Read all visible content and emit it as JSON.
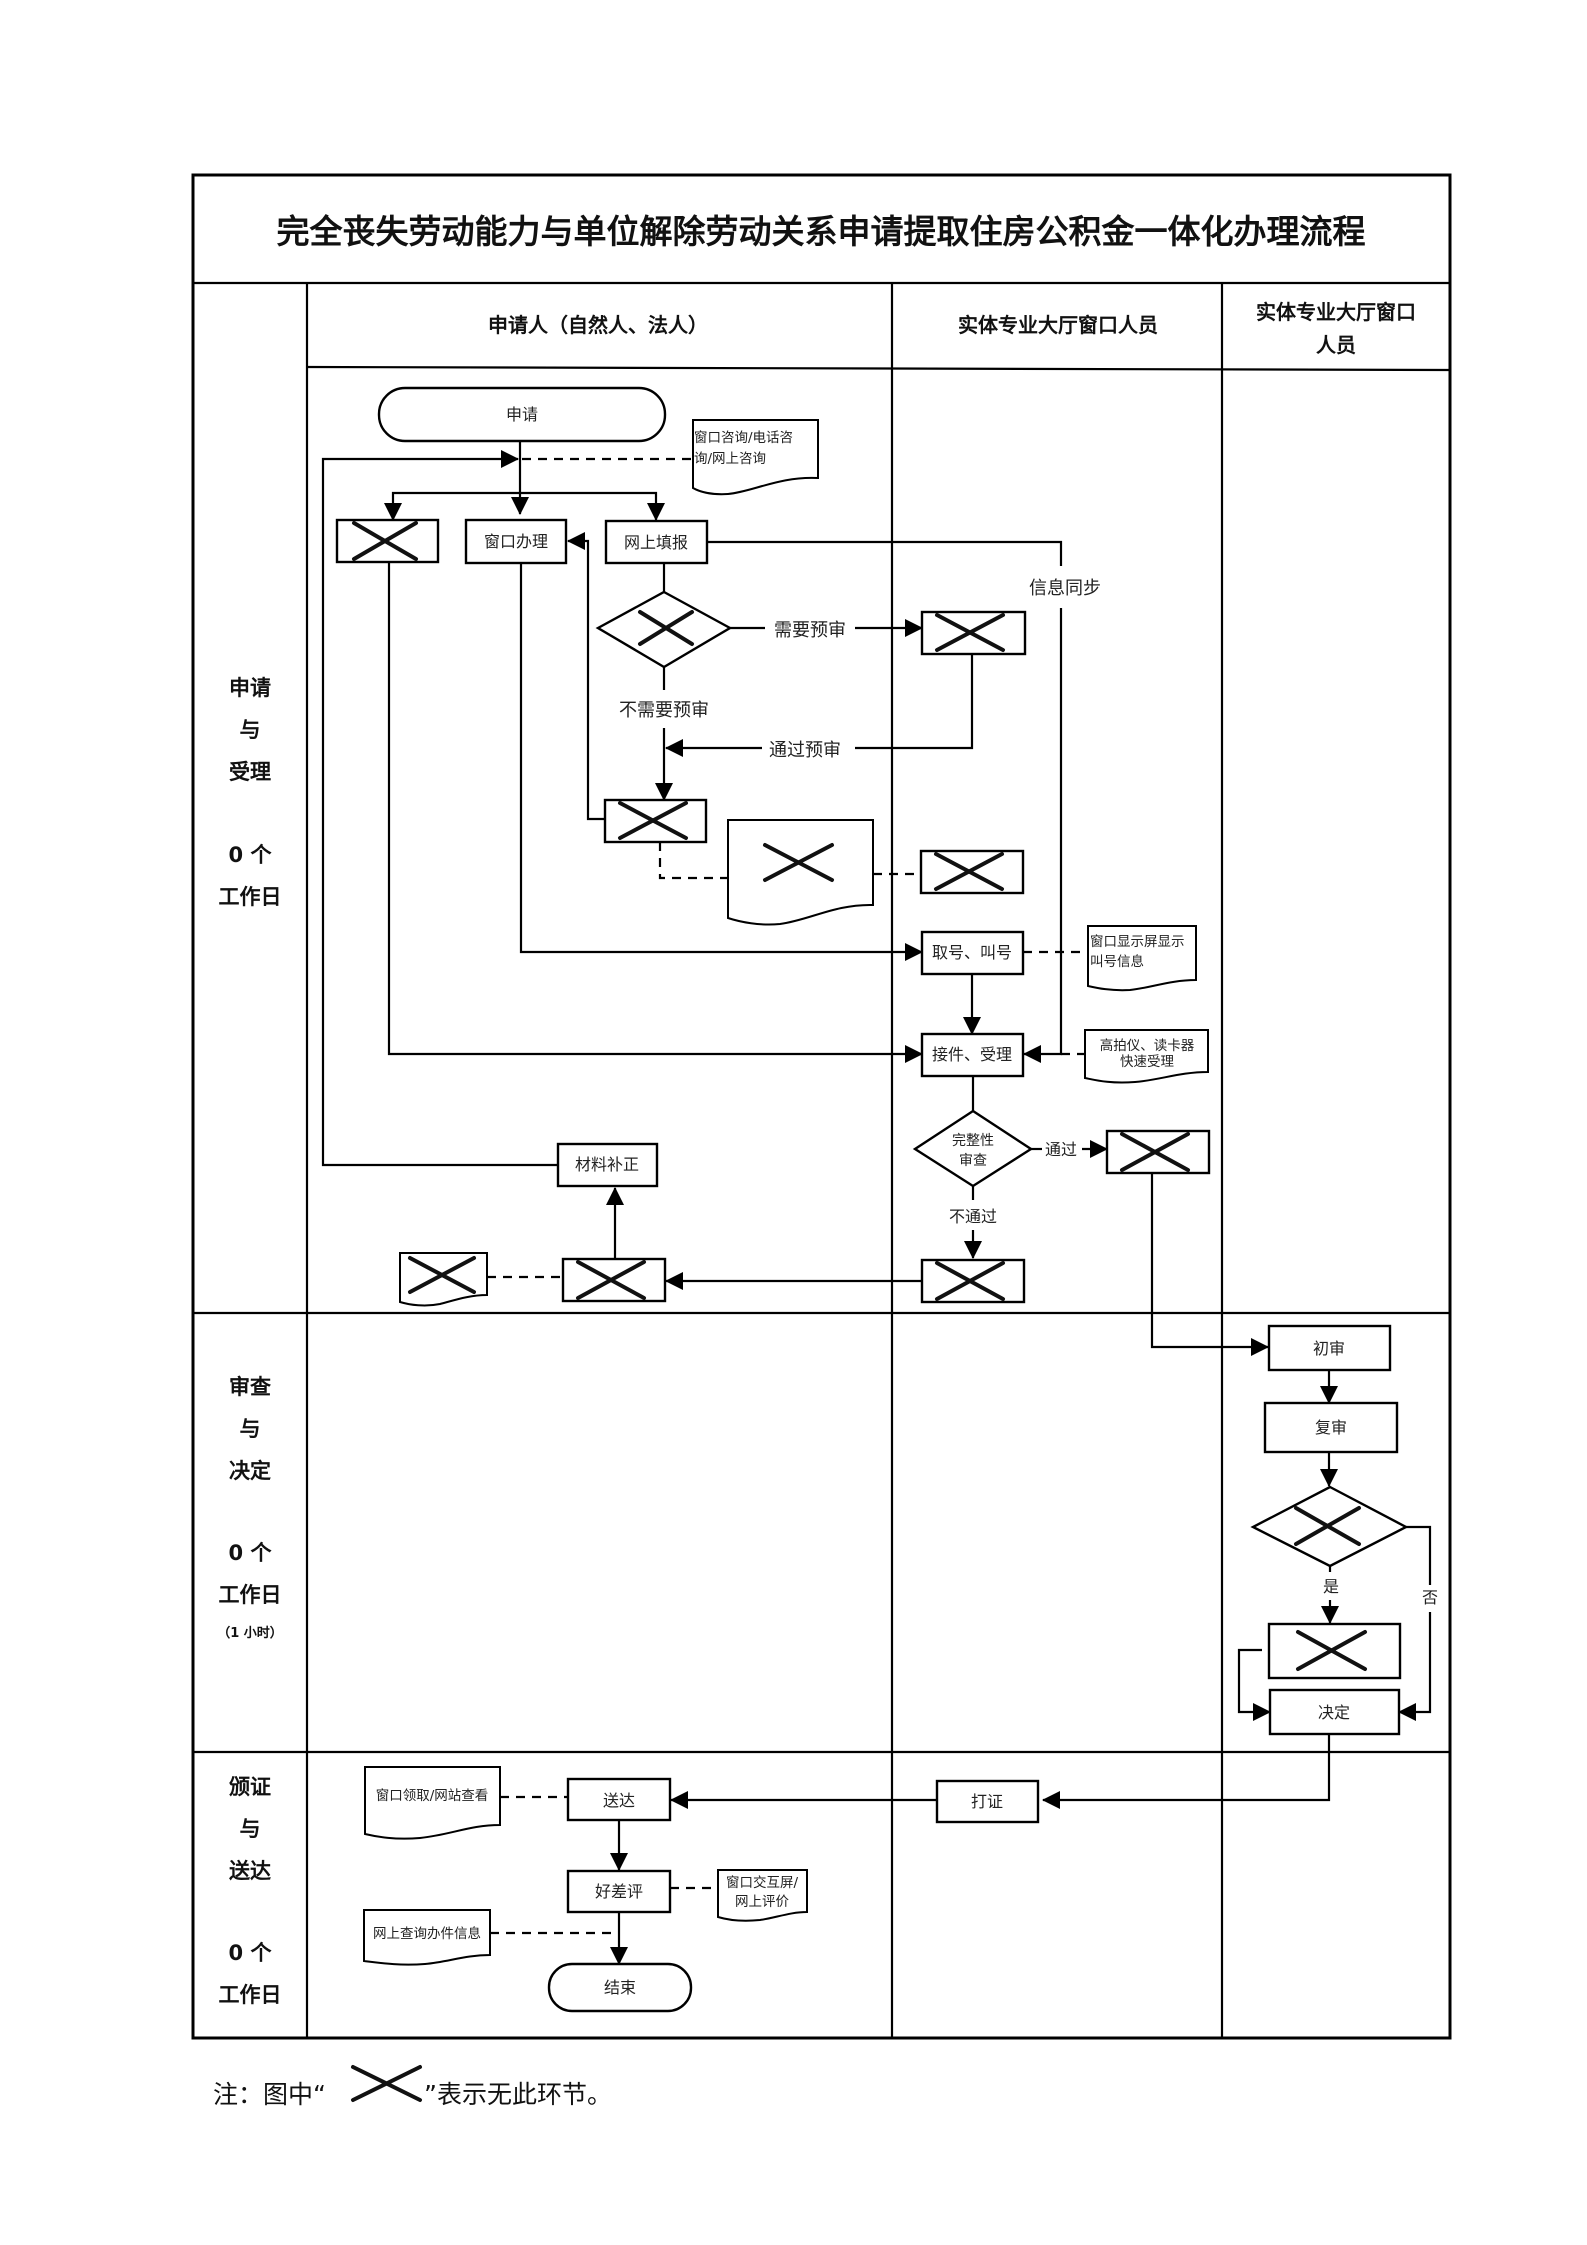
{
  "title": "完全丧失劳动能力与单位解除劳动关系申请提取住房公积金一体化办理流程",
  "columns": {
    "applicant": "申请人（自然人、法人）",
    "window_staff": "实体专业大厅窗口人员",
    "window_staff_2_line1": "实体专业大厅窗口",
    "window_staff_2_line2": "人员"
  },
  "stages": [
    {
      "name_lines": [
        "申请",
        "与",
        "受理"
      ],
      "days_lines": [
        "0 个",
        "工作日"
      ],
      "extra": ""
    },
    {
      "name_lines": [
        "审查",
        "与",
        "决定"
      ],
      "days_lines": [
        "0 个",
        "工作日"
      ],
      "extra": "（1 小时）"
    },
    {
      "name_lines": [
        "颁证",
        "与",
        "送达"
      ],
      "days_lines": [
        "0 个",
        "工作日"
      ],
      "extra": ""
    }
  ],
  "nodes": {
    "apply": "申请",
    "consult_doc_line1": "窗口咨询/电话咨",
    "consult_doc_line2": "询/网上咨询",
    "window_handle": "窗口办理",
    "online_fill": "网上填报",
    "info_sync": "信息同步",
    "need_preaudit": "需要预审",
    "no_preaudit": "不需要预审",
    "pass_preaudit": "通过预审",
    "take_number": "取号、叫号",
    "screen_doc_line1": "窗口显示屏显示",
    "screen_doc_line2": "叫号信息",
    "receive": "接件、受理",
    "device_doc_line1": "高拍仪、读卡器",
    "device_doc_line2": "快速受理",
    "integrity_line1": "完整性",
    "integrity_line2": "审查",
    "pass": "通过",
    "fail": "不通过",
    "supplement": "材料补正",
    "first_review": "初审",
    "second_review": "复审",
    "yes": "是",
    "no": "否",
    "decision": "决定",
    "print_cert": "打证",
    "deliver": "送达",
    "pickup_doc": "窗口领取/网站查看",
    "rating": "好差评",
    "rating_doc_line1": "窗口交互屏/",
    "rating_doc_line2": "网上评价",
    "query_doc": "网上查询办件信息",
    "end": "结束"
  },
  "note": {
    "prefix": "注：图中“",
    "suffix": "”表示无此环节。",
    "icon": "cross-mark-icon"
  }
}
